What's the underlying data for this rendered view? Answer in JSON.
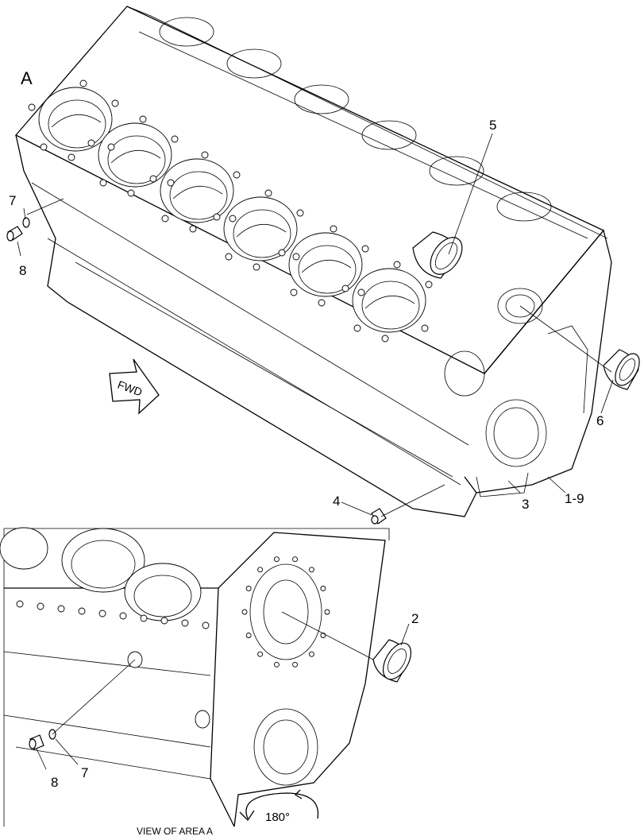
{
  "area_label": "A",
  "view_label": "VIEW OF AREA A",
  "rotation_label": "180°",
  "fwd_label": "FWD",
  "callouts": {
    "c1": "5",
    "c2": "6",
    "c3": "7",
    "c4": "8",
    "c5": "4",
    "c6": "3",
    "c7": "1-9",
    "c8": "2",
    "c9": "8",
    "c10": "7"
  }
}
